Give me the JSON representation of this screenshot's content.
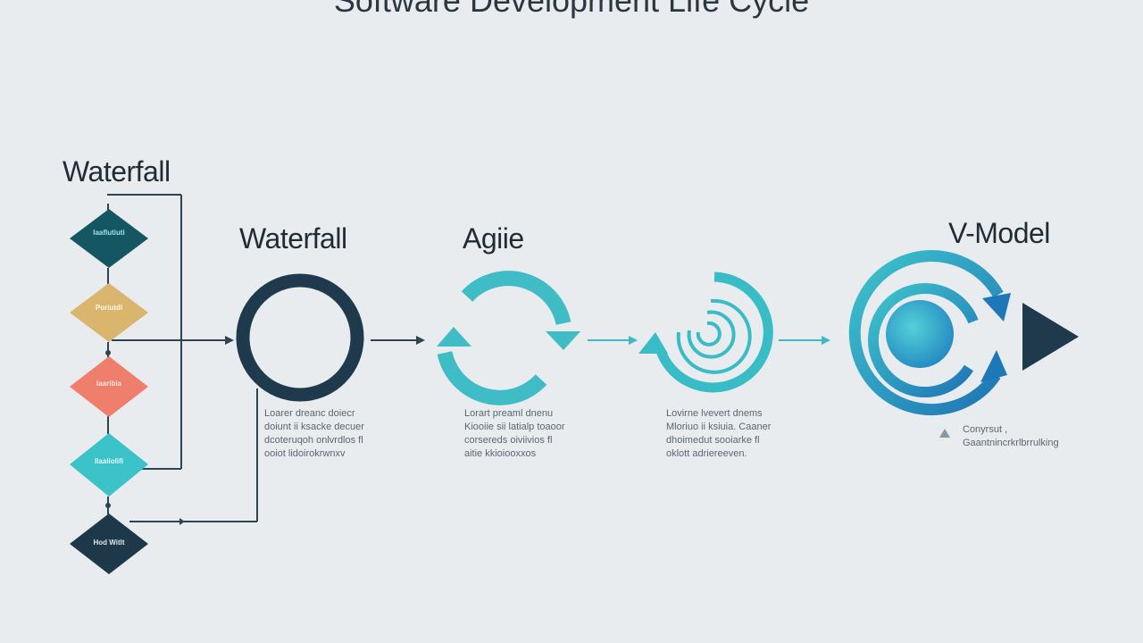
{
  "title": "Software Development Life Cycle",
  "waterfall_list": {
    "heading": "Waterfall",
    "steps": [
      {
        "label": "Iaaflutiuti",
        "color": "#155663"
      },
      {
        "label": "Poriutdi",
        "color": "#d9b56d"
      },
      {
        "label": "Iaaribia",
        "color": "#ef7f6c"
      },
      {
        "label": "Ilaaliolifi",
        "color": "#3cc2c9"
      },
      {
        "label": "Hod Witlt",
        "color": "#1d3848"
      }
    ]
  },
  "models": [
    {
      "heading": "Waterfall",
      "description": [
        "Loarer dreanc doiecr",
        "doiunt ii ksacke decuer",
        "dcoteruqoh onlvrdlos fl",
        "ooiot lidoirokrwnxv"
      ]
    },
    {
      "heading": "Agiie",
      "description": [
        "Lorart preaml dnenu",
        "Kiooiie sii latialp toaoor",
        "corsereds oiviivios fl",
        "aitie kkioiooxxos"
      ]
    },
    {
      "heading": "",
      "description": [
        "Lovirne lvevert dnems",
        "Mloriuo ii ksiuia. Caaner",
        "dhoimedut sooiarke fl",
        "oklott adriereeven."
      ]
    },
    {
      "heading": "V-Model",
      "description": [
        "Conyrsut ,",
        "Gaantnincrkrlbrrulking"
      ]
    }
  ],
  "colors": {
    "navy": "#1f3a4d",
    "teal": "#40c0c8",
    "blue": "#1e86c3"
  }
}
